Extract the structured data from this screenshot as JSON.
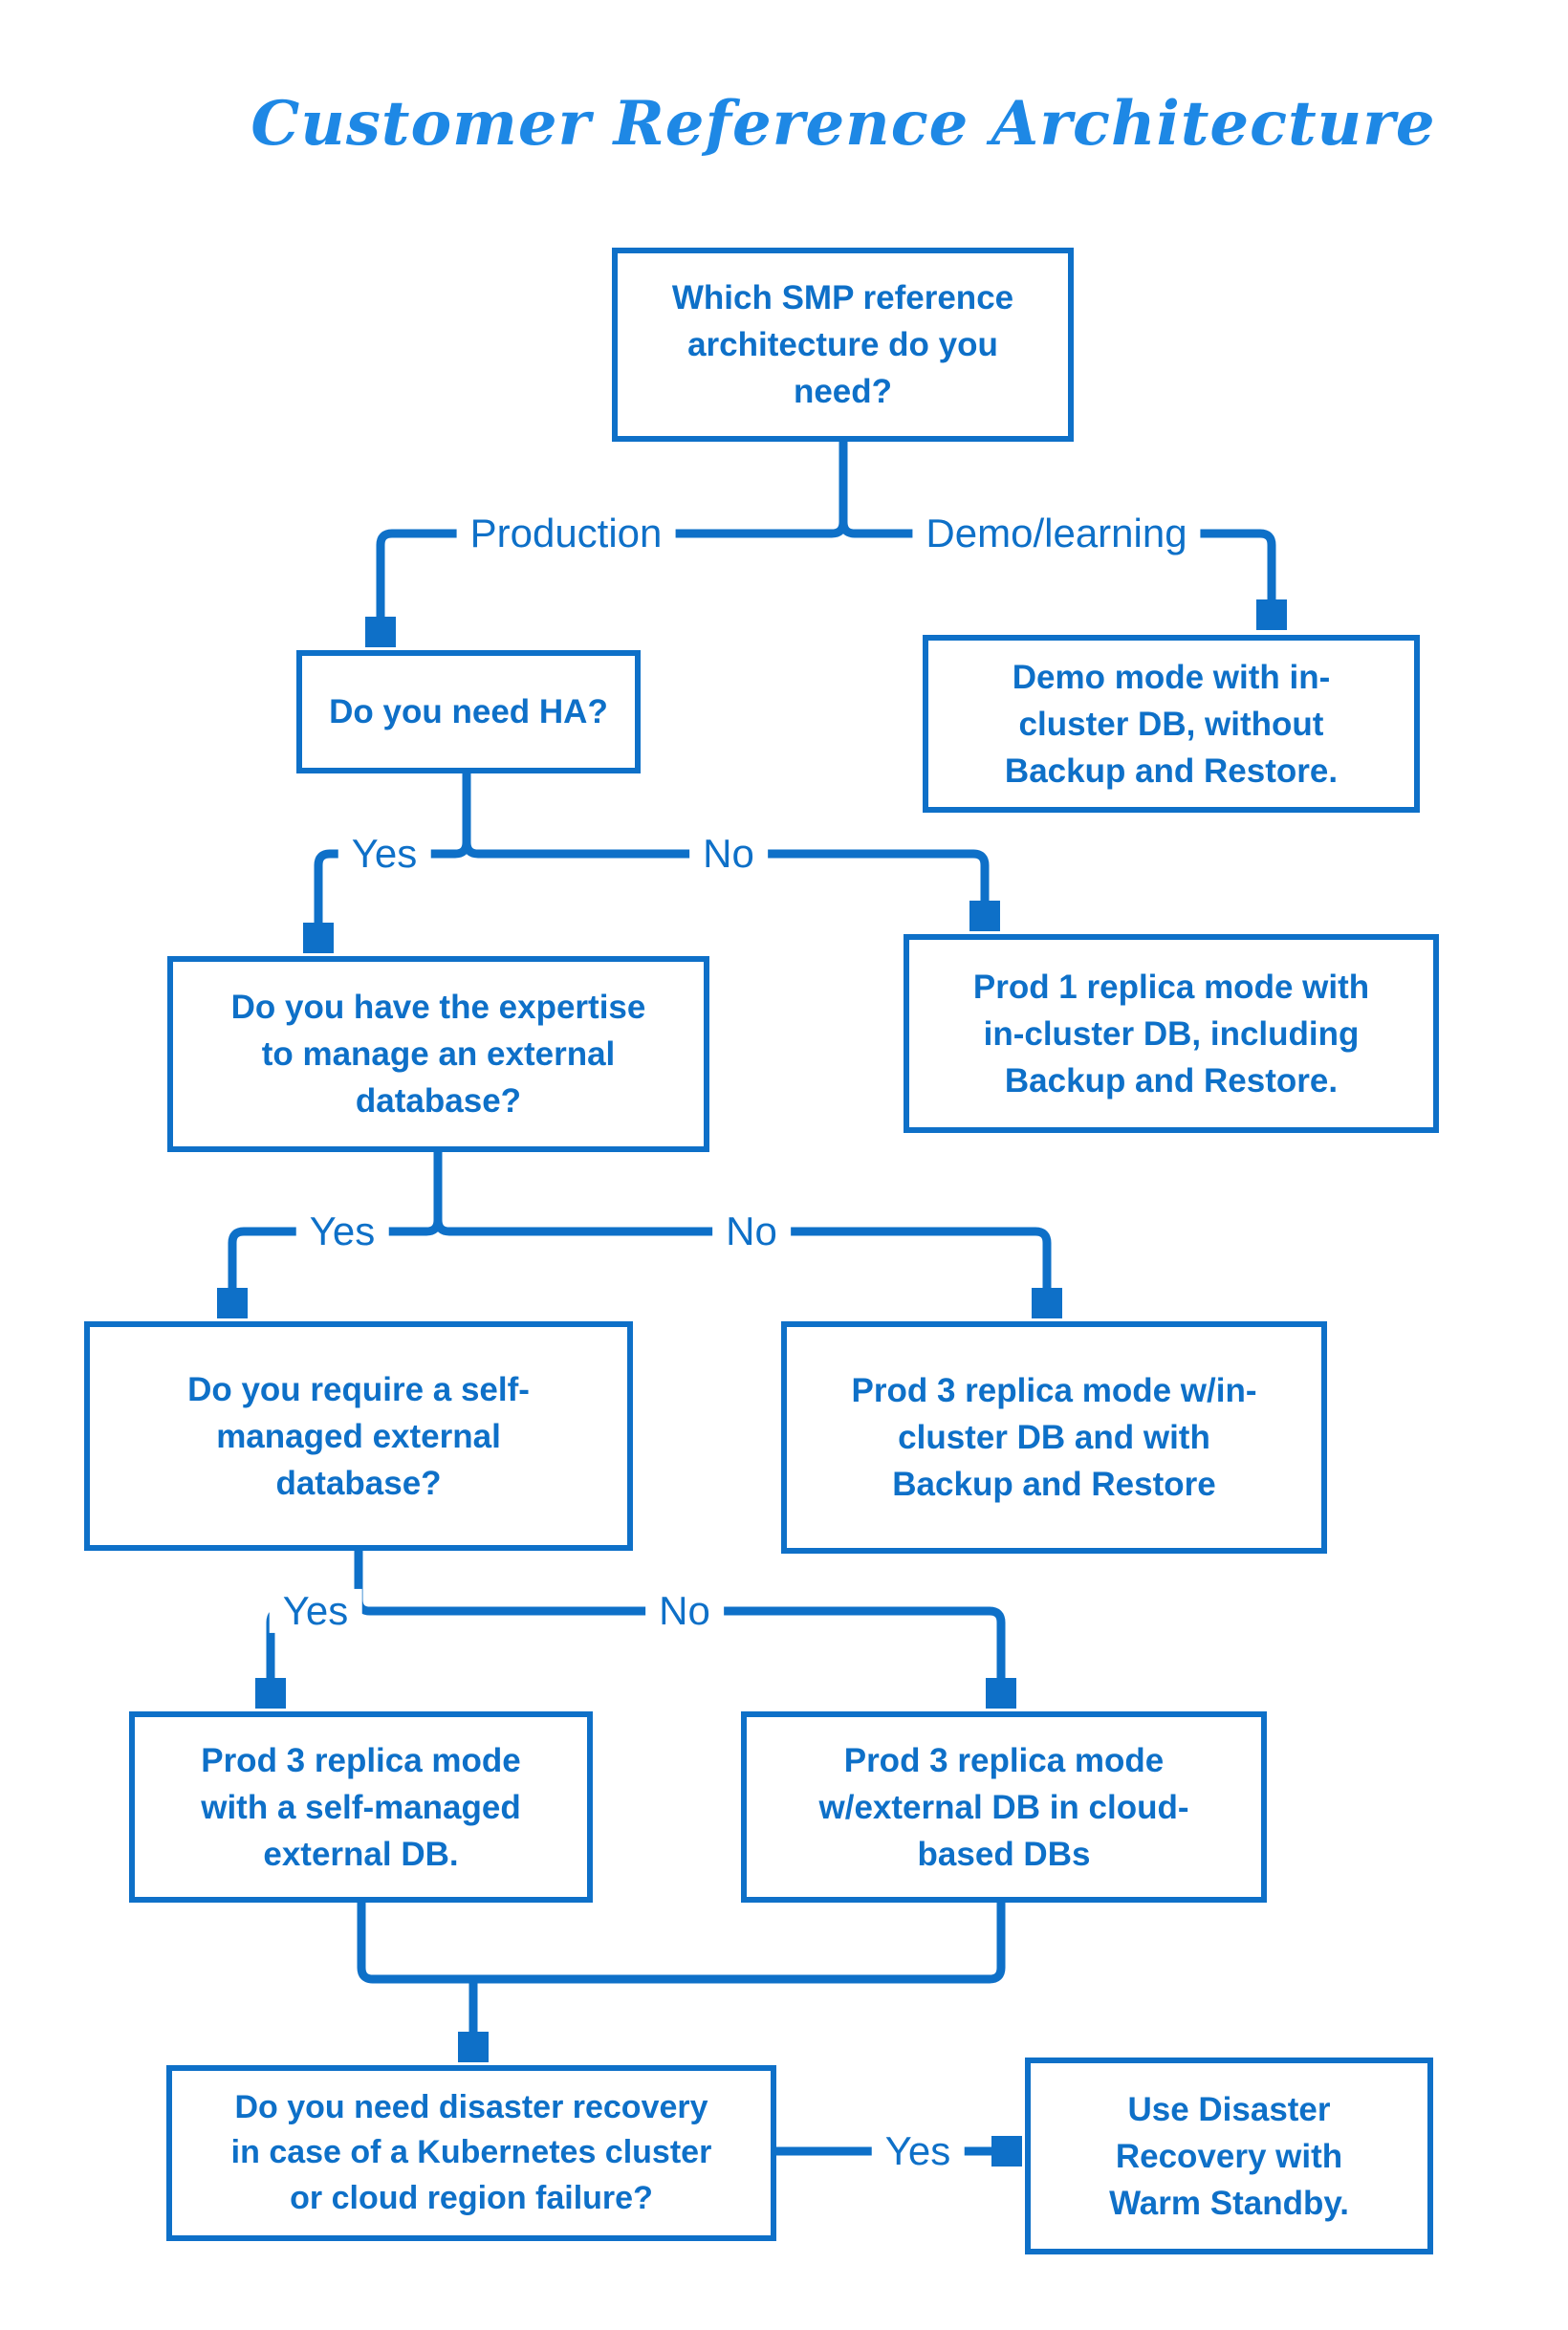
{
  "title": "Customer Reference Architecture",
  "colors": {
    "accent": "#0e70c8",
    "title_blue": "#1e88e5",
    "background": "#ffffff"
  },
  "nodes": {
    "root_question": {
      "text": "Which SMP reference\narchitecture do you\nneed?"
    },
    "ha_question": {
      "text": "Do you need HA?"
    },
    "demo_result": {
      "text": "Demo mode with in-\ncluster DB, without\nBackup and Restore."
    },
    "expertise_question": {
      "text": "Do you have the expertise\nto manage an external\ndatabase?"
    },
    "prod1_result": {
      "text": "Prod 1 replica mode with\nin-cluster DB, including\nBackup and Restore."
    },
    "self_managed_question": {
      "text": "Do you require a self-\nmanaged external\ndatabase?"
    },
    "prod3_incluster_result": {
      "text": "Prod 3 replica mode w/in-\ncluster DB and with\nBackup and Restore"
    },
    "prod3_selfmanaged_result": {
      "text": "Prod 3 replica mode\nwith a self-managed\nexternal DB."
    },
    "prod3_cloud_result": {
      "text": "Prod 3 replica mode\nw/external DB in cloud-\nbased DBs"
    },
    "dr_question": {
      "text": "Do you need disaster recovery\nin case of a Kubernetes cluster\nor cloud region failure?"
    },
    "dr_result": {
      "text": "Use Disaster\nRecovery with\nWarm Standby."
    }
  },
  "edge_labels": {
    "production": "Production",
    "demo_learning": "Demo/learning",
    "yes": "Yes",
    "no": "No"
  }
}
